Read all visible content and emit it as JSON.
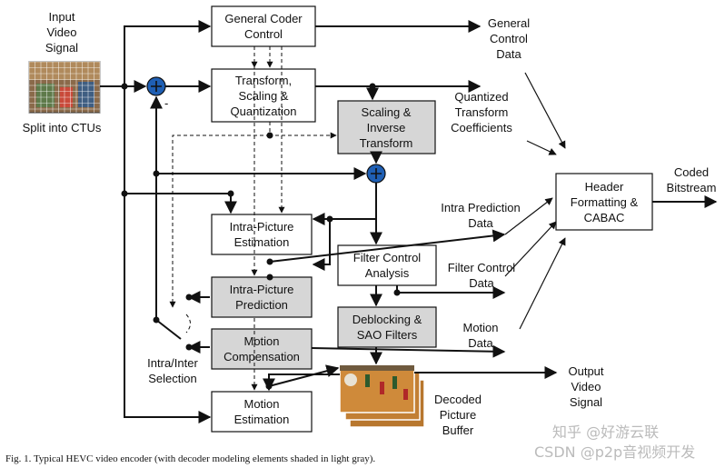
{
  "blocks": {
    "general_coder_control": [
      "General Coder",
      "Control"
    ],
    "transform": [
      "Transform,",
      "Scaling &",
      "Quantization"
    ],
    "scaling_inverse": [
      "Scaling &",
      "Inverse",
      "Transform"
    ],
    "intra_estimation": [
      "Intra-Picture",
      "Estimation"
    ],
    "intra_prediction": [
      "Intra-Picture",
      "Prediction"
    ],
    "filter_control": [
      "Filter Control",
      "Analysis"
    ],
    "deblocking": [
      "Deblocking &",
      "SAO Filters"
    ],
    "motion_compensation": [
      "Motion",
      "Compensation"
    ],
    "motion_estimation": [
      "Motion",
      "Estimation"
    ],
    "header_formatting": [
      "Header",
      "Formatting &",
      "CABAC"
    ]
  },
  "labels": {
    "input_video": [
      "Input",
      "Video",
      "Signal"
    ],
    "split_ctus": "Split into CTUs",
    "minus_sign": "-",
    "general_control_data": [
      "General",
      "Control",
      "Data"
    ],
    "quantized_coefficients": [
      "Quantized",
      "Transform",
      "Coefficients"
    ],
    "coded_bitstream": [
      "Coded",
      "Bitstream"
    ],
    "intra_prediction_data": [
      "Intra Prediction",
      "Data"
    ],
    "filter_control_data": [
      "Filter Control",
      "Data"
    ],
    "motion_data": [
      "Motion",
      "Data"
    ],
    "output_video": [
      "Output",
      "Video",
      "Signal"
    ],
    "decoded_picture_buffer": [
      "Decoded",
      "Picture",
      "Buffer"
    ],
    "intra_inter_selection": [
      "Intra/Inter",
      "Selection"
    ]
  },
  "caption": "Fig. 1.    Typical HEVC video encoder (with decoder modeling elements shaded in light gray).",
  "watermark": {
    "zhihu": "知乎 @好游云联",
    "csdn": "CSDN @p2p音视频开发"
  },
  "colors": {
    "decoder_block_fill": "#d6d6d6",
    "encoder_block_fill": "#ffffff",
    "line": "#111111"
  }
}
